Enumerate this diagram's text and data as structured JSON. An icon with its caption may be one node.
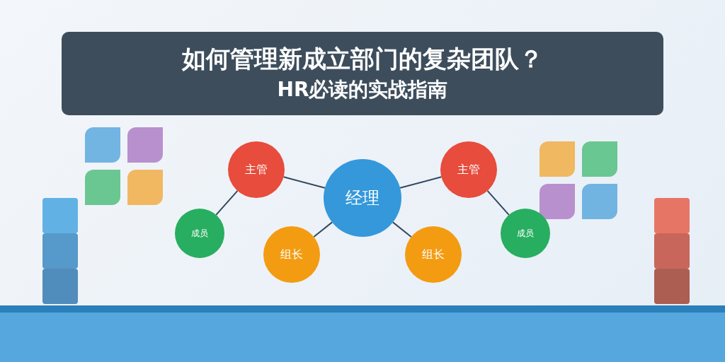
{
  "diagram": {
    "title": "如何管理新成立部门的复杂团队？",
    "caption": "HR必读的实战指南",
    "nodes": [
      {
        "text": [
          "经理"
        ]
      },
      {
        "text": [
          "主管"
        ]
      },
      {
        "text": [
          "主管"
        ]
      },
      {
        "text": [
          "组长"
        ]
      },
      {
        "text": [
          "组长"
        ]
      },
      {
        "text": [
          "成员"
        ]
      },
      {
        "text": [
          "成员"
        ]
      }
    ],
    "edges": [
      {
        "from": 0,
        "to": 1,
        "arrow": "none"
      },
      {
        "from": 0,
        "to": 2,
        "arrow": "none"
      },
      {
        "from": 0,
        "to": 3,
        "arrow": "none"
      },
      {
        "from": 0,
        "to": 4,
        "arrow": "none"
      },
      {
        "from": 1,
        "to": 5,
        "arrow": "none"
      },
      {
        "from": 2,
        "to": 6,
        "arrow": "none"
      }
    ]
  }
}
